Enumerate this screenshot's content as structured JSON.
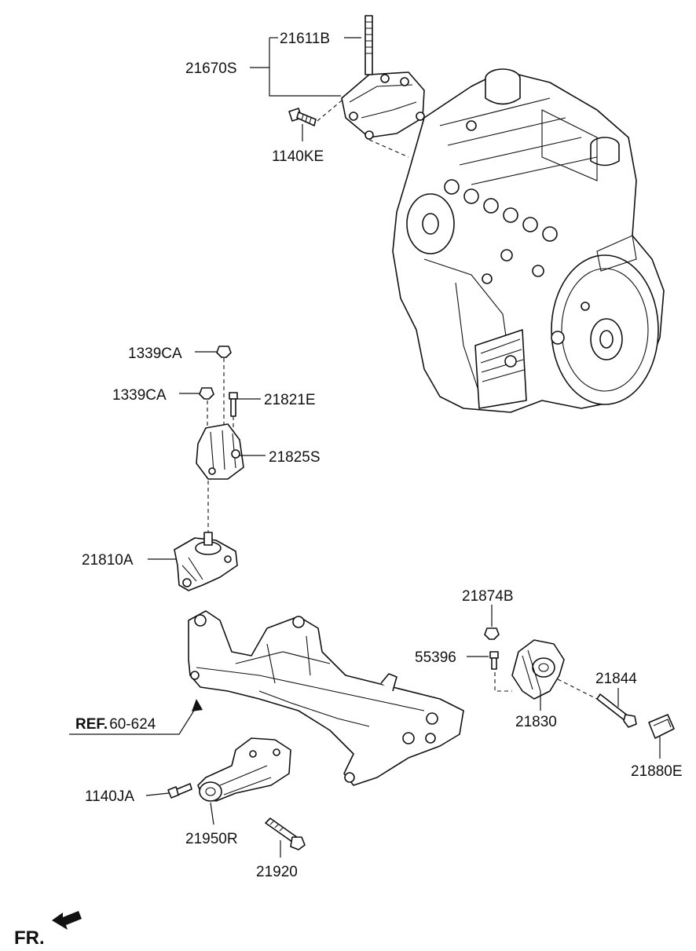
{
  "diagram": {
    "fr_label": "FR.",
    "ref_label_prefix": "REF.",
    "ref_label_number": "60-624",
    "parts": {
      "p21611B": "21611B",
      "p21670S": "21670S",
      "p1140KE": "1140KE",
      "p1339CA_a": "1339CA",
      "p1339CA_b": "1339CA",
      "p21821E": "21821E",
      "p21825S": "21825S",
      "p21810A": "21810A",
      "p21874B": "21874B",
      "p55396": "55396",
      "p21844": "21844",
      "p21830": "21830",
      "p21880E": "21880E",
      "p1140JA": "1140JA",
      "p21950R": "21950R",
      "p21920": "21920"
    }
  }
}
